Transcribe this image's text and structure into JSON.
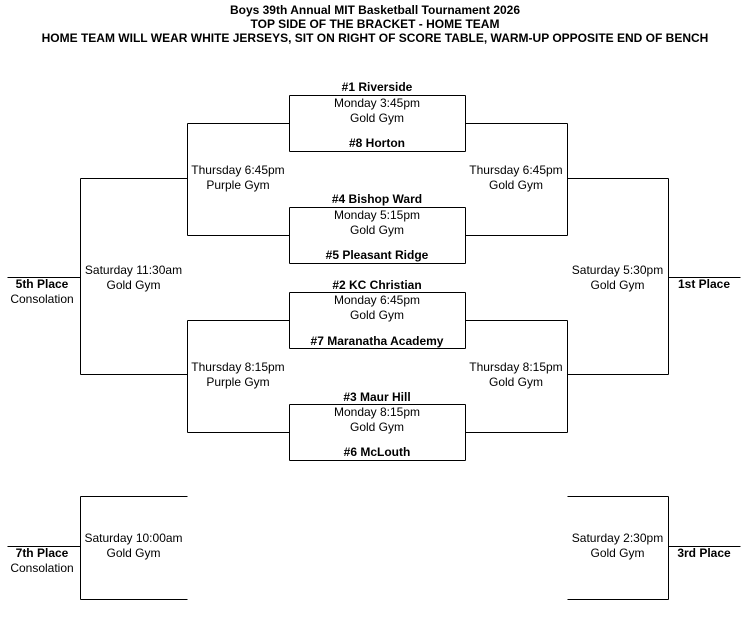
{
  "header": {
    "line1": "Boys 39th Annual MIT Basketball Tournament 2026",
    "line2": "TOP SIDE OF THE BRACKET - HOME TEAM",
    "line3": "HOME TEAM WILL WEAR WHITE JERSEYS, SIT ON RIGHT OF SCORE TABLE, WARM-UP OPPOSITE END OF BENCH"
  },
  "teams": {
    "t1": "#1  Riverside",
    "t8": "#8  Horton",
    "t4": "#4  Bishop Ward",
    "t5": "#5  Pleasant Ridge",
    "t2": "#2 KC Christian",
    "t7": "#7 Maranatha Academy",
    "t3": "#3 Maur Hill",
    "t6": "#6 McLouth"
  },
  "games": {
    "g1": {
      "time": "Monday 3:45pm",
      "gym": "Gold Gym"
    },
    "g2": {
      "time": "Monday 5:15pm",
      "gym": "Gold Gym"
    },
    "g3": {
      "time": "Monday 6:45pm",
      "gym": "Gold Gym"
    },
    "g4": {
      "time": "Monday 8:15pm",
      "gym": "Gold Gym"
    },
    "cons_top": {
      "time": "Thursday 6:45pm",
      "gym": "Purple Gym"
    },
    "cons_bottom": {
      "time": "Thursday 8:15pm",
      "gym": "Purple Gym"
    },
    "semi_top": {
      "time": "Thursday 6:45pm",
      "gym": "Gold Gym"
    },
    "semi_bottom": {
      "time": "Thursday 8:15pm",
      "gym": "Gold Gym"
    },
    "fifth": {
      "time": "Saturday 11:30am",
      "gym": "Gold Gym"
    },
    "final": {
      "time": "Saturday 5:30pm",
      "gym": "Gold Gym"
    },
    "seventh": {
      "time": "Saturday 10:00am",
      "gym": "Gold Gym"
    },
    "third": {
      "time": "Saturday 2:30pm",
      "gym": "Gold Gym"
    }
  },
  "places": {
    "fifth": {
      "label": "5th Place",
      "sub": "Consolation"
    },
    "first": {
      "label": "1st Place",
      "sub": ""
    },
    "seventh": {
      "label": "7th Place",
      "sub": "Consolation"
    },
    "third": {
      "label": "3rd Place",
      "sub": ""
    }
  }
}
